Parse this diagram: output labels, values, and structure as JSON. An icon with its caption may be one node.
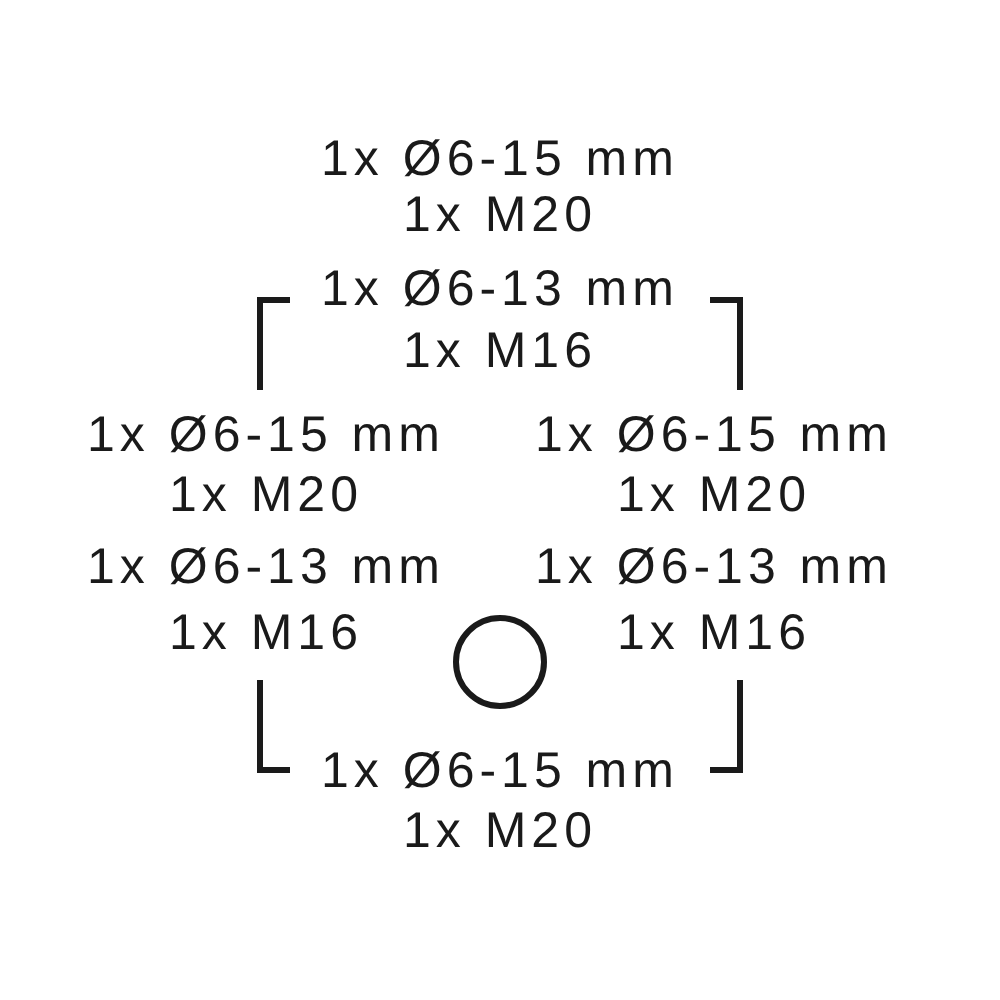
{
  "diagram": {
    "labels": [
      "1x Ø6-15 mm",
      "1x M20",
      "1x Ø6-13 mm",
      "1x M16",
      "1x Ø6-15 mm",
      "1x Ø6-15 mm",
      "1x M20",
      "1x M20",
      "1x Ø6-13 mm",
      "1x Ø6-13 mm",
      "1x M16",
      "1x M16",
      "1x Ø6-15 mm",
      "1x M20"
    ]
  }
}
